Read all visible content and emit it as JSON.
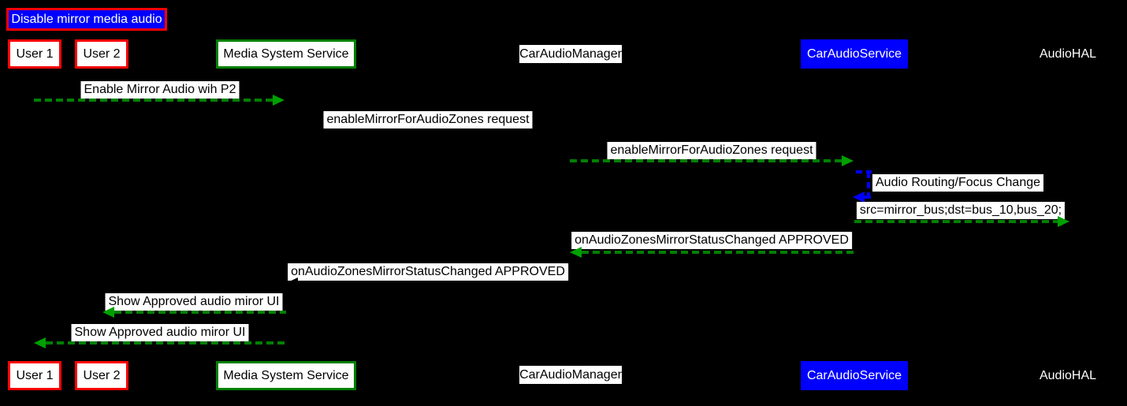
{
  "title": "Disable mirror media audio",
  "participants": [
    {
      "label": "User 1",
      "style": "white box, red border"
    },
    {
      "label": "User 2",
      "style": "white box, red border"
    },
    {
      "label": "Media System Service",
      "style": "white box, green border"
    },
    {
      "label": "CarAudioManager",
      "style": "white label, no border"
    },
    {
      "label": "CarAudioService",
      "style": "blue box, white text"
    },
    {
      "label": "AudioHAL",
      "style": "no box, white text"
    }
  ],
  "messages": [
    {
      "label": "Enable Mirror Audio wih P2",
      "from": "User 1",
      "to": "Media System Service",
      "direction": "right",
      "line": "dashed",
      "color": "green"
    },
    {
      "label": "enableMirrorForAudioZones request",
      "from": "Media System Service",
      "to": "CarAudioManager",
      "direction": "right",
      "line": "dashed",
      "color": "black-invisible"
    },
    {
      "label": "enableMirrorForAudioZones request",
      "from": "CarAudioManager",
      "to": "CarAudioService",
      "direction": "right",
      "line": "dashed",
      "color": "green"
    },
    {
      "label": "Audio Routing/Focus Change",
      "from": "CarAudioService",
      "to": "CarAudioService",
      "direction": "self",
      "line": "dashed",
      "color": "blue"
    },
    {
      "label": "src=mirror_bus;dst=bus_10,bus_20;",
      "from": "CarAudioService",
      "to": "AudioHAL",
      "direction": "right",
      "line": "dashed",
      "color": "green"
    },
    {
      "label": "onAudioZonesMirrorStatusChanged APPROVED",
      "from": "CarAudioService",
      "to": "CarAudioManager",
      "direction": "left",
      "line": "dashed",
      "color": "green"
    },
    {
      "label": "onAudioZonesMirrorStatusChanged APPROVED",
      "from": "CarAudioManager",
      "to": "Media System Service",
      "direction": "left",
      "line": "dashed",
      "color": "black-invisible"
    },
    {
      "label": "Show Approved audio miror UI",
      "from": "Media System Service",
      "to": "User 2",
      "direction": "left",
      "line": "dashed",
      "color": "green"
    },
    {
      "label": "Show Approved audio miror UI",
      "from": "Media System Service",
      "to": "User 1",
      "direction": "left",
      "line": "dashed",
      "color": "green"
    }
  ],
  "colors": {
    "background": "#000000",
    "title_bg": "#0000ff",
    "title_border": "#ff0000",
    "user_box_border": "#ff0000",
    "service_box_border": "#008000",
    "car_audio_service_bg": "#0000ff",
    "arrow_green": "#008000",
    "arrowhead_green": "#00a000",
    "arrow_blue": "#0000ff",
    "hidden_arrow": "#000000",
    "label_bg": "#ffffff",
    "label_text": "#000000"
  }
}
